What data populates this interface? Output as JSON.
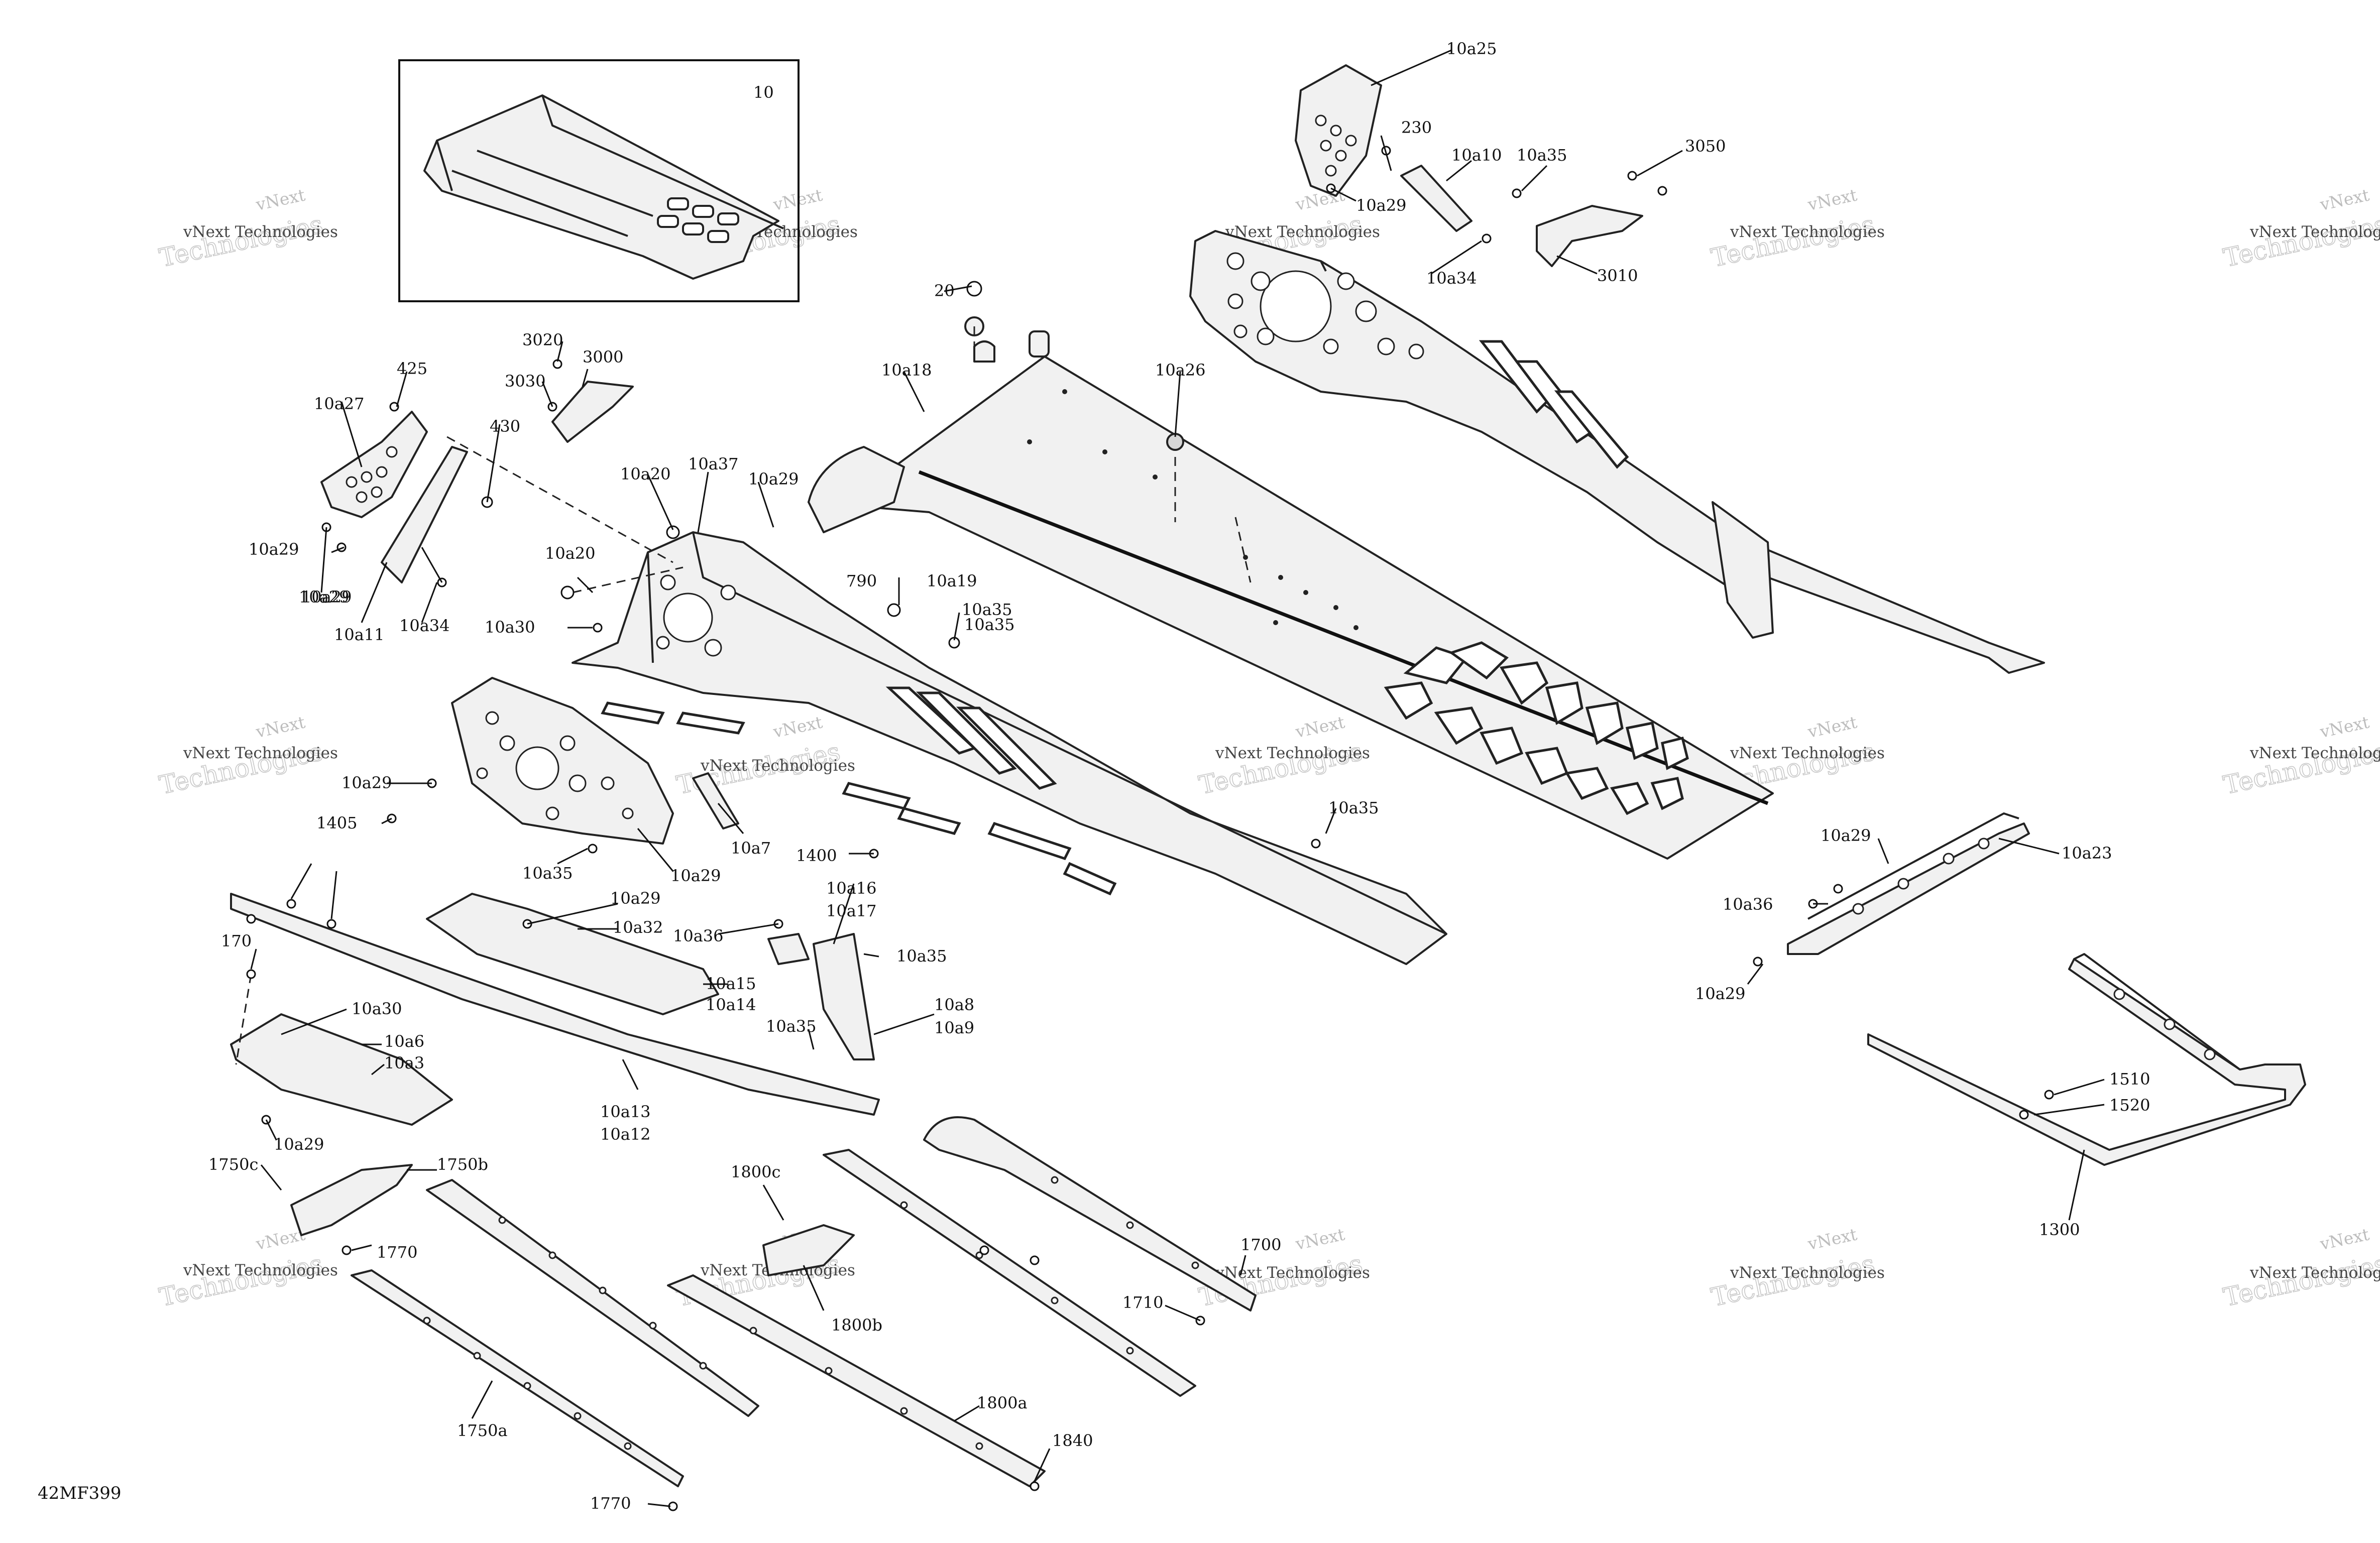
{
  "diagram": {
    "code": "42MF399",
    "inset_label": "10",
    "watermark": {
      "line1": "vNext",
      "line2": "Technologies",
      "short": "vNext Technologies"
    },
    "callouts": [
      "10a25",
      "230",
      "10a10",
      "10a35",
      "3050",
      "10a29",
      "10a34",
      "3010",
      "20",
      "10a18",
      "10a26",
      "3020",
      "3000",
      "3030",
      "425",
      "10a27",
      "430",
      "10a37",
      "10a20",
      "10a29",
      "10a29",
      "10a19",
      "10a29",
      "10a20",
      "790",
      "10a35",
      "10a30",
      "10a29",
      "10a11",
      "10a34",
      "10a29",
      "1405",
      "10a35",
      "10a29",
      "10a7",
      "1400",
      "10a35",
      "10a35",
      "10a29",
      "10a32",
      "10a36",
      "10a16",
      "10a17",
      "10a35",
      "170",
      "10a15",
      "10a14",
      "10a8",
      "10a9",
      "10a30",
      "10a6",
      "10a3",
      "10a35",
      "10a13",
      "10a12",
      "10a29",
      "10a29",
      "10a23",
      "10a36",
      "10a29",
      "1510",
      "1520",
      "1300",
      "1750b",
      "1750c",
      "1770",
      "1800c",
      "1700",
      "1710",
      "1800b",
      "1750a",
      "1800a",
      "1840",
      "1770"
    ]
  }
}
